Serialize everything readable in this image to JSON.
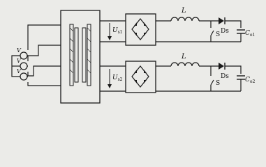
{
  "sources": {
    "label": "V"
  },
  "rows": [
    {
      "voltage_main": "U",
      "voltage_sub": "s1",
      "inductor_label": "L",
      "diode_label": "Ds",
      "switch_label": "S",
      "cap_main": "C",
      "cap_sub": "o1"
    },
    {
      "voltage_main": "U",
      "voltage_sub": "s2",
      "inductor_label": "L",
      "diode_label": "Ds",
      "switch_label": "S",
      "cap_main": "C",
      "cap_sub": "o2"
    }
  ]
}
